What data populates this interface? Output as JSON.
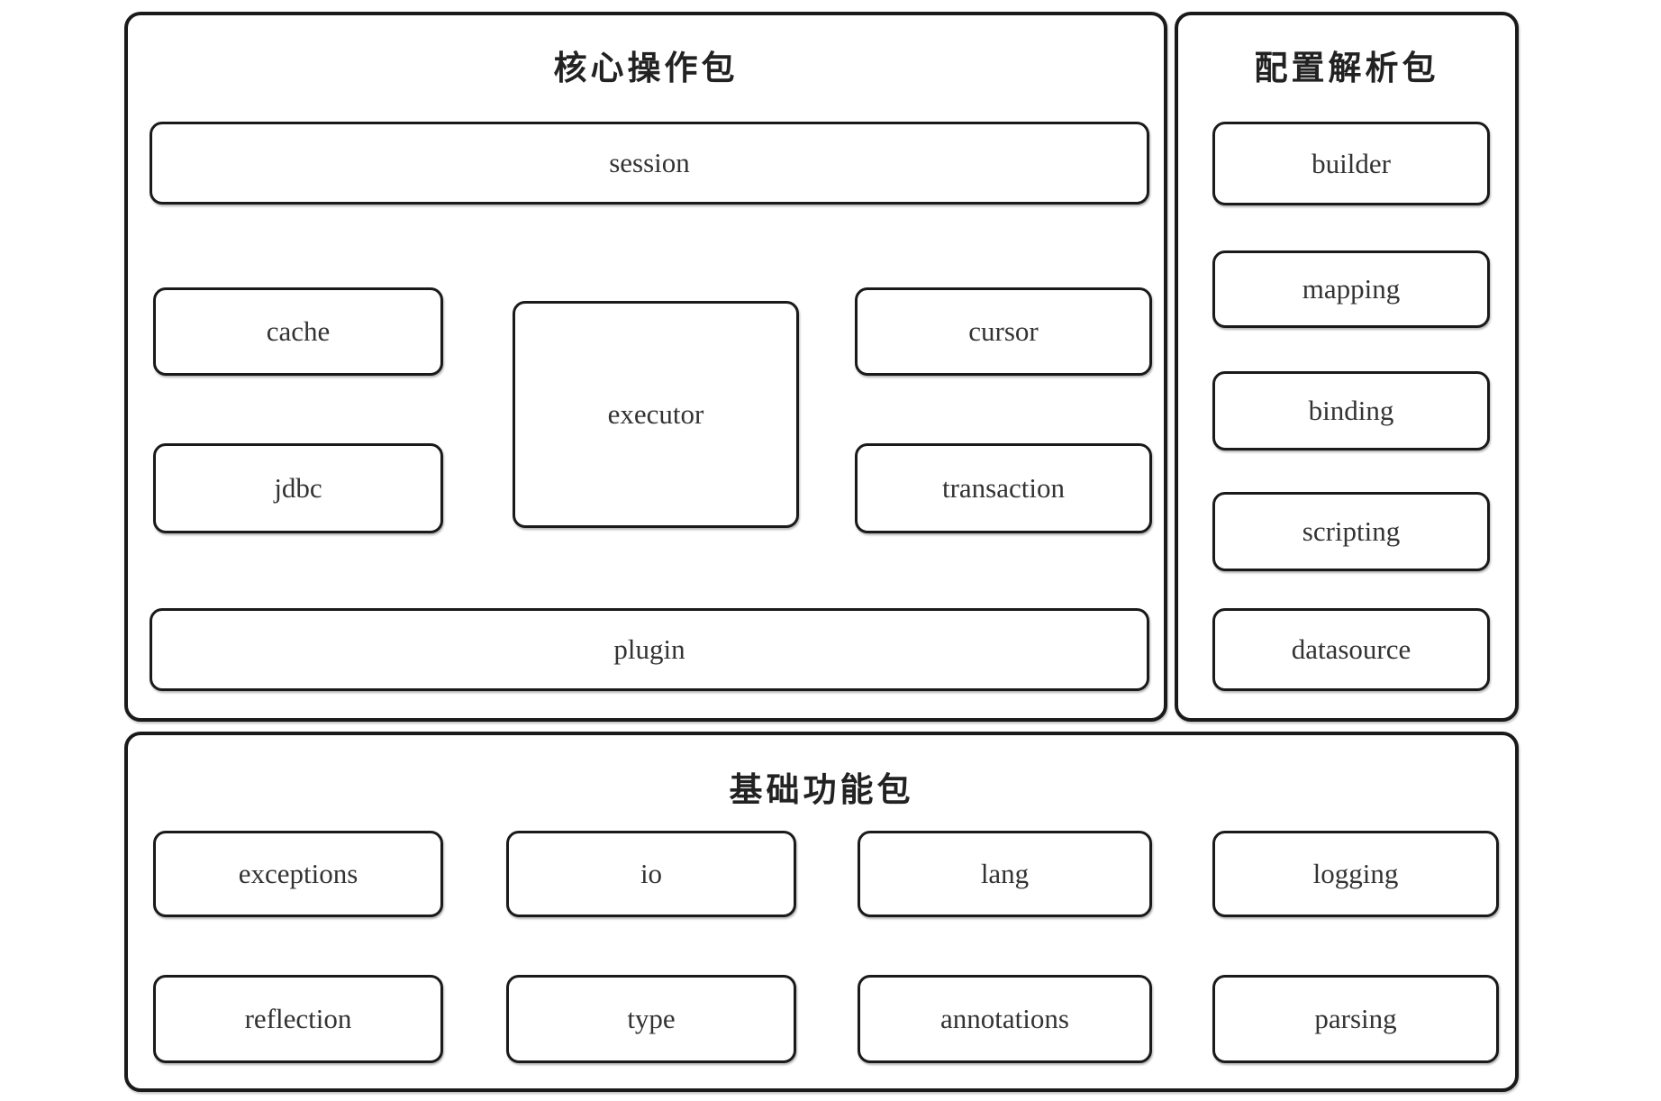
{
  "core_package": {
    "title": "核心操作包",
    "boxes": {
      "session": "session",
      "cache": "cache",
      "executor": "executor",
      "cursor": "cursor",
      "jdbc": "jdbc",
      "transaction": "transaction",
      "plugin": "plugin"
    }
  },
  "config_package": {
    "title": "配置解析包",
    "boxes": [
      "builder",
      "mapping",
      "binding",
      "scripting",
      "datasource"
    ]
  },
  "base_package": {
    "title": "基础功能包",
    "row1": [
      "exceptions",
      "io",
      "lang",
      "logging"
    ],
    "row2": [
      "reflection",
      "type",
      "annotations",
      "parsing"
    ]
  },
  "colors": {
    "border": "#1a1a1a",
    "text": "#2b2b2b",
    "background": "#ffffff"
  }
}
